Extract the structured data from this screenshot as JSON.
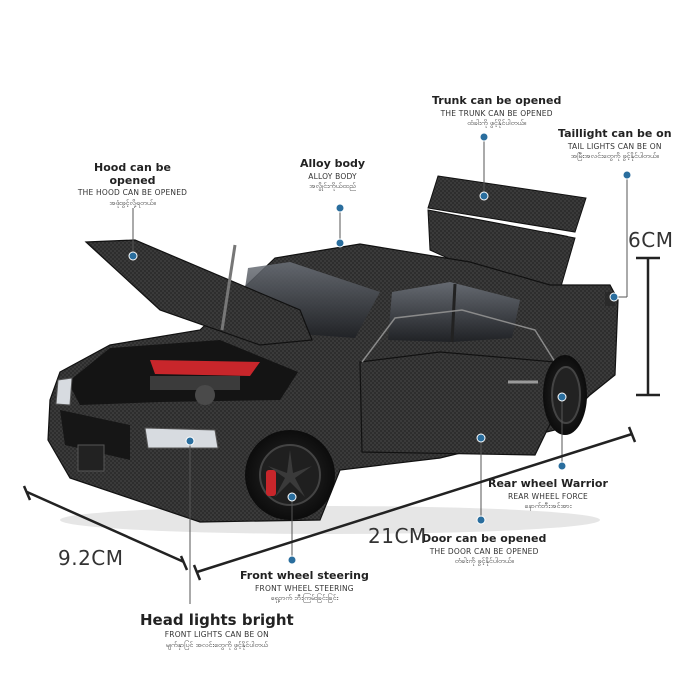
{
  "callouts": {
    "hood": {
      "title": "Hood can be opened",
      "sub": "THE HOOD CAN BE OPENED",
      "mm": "အဖုံးဖွင့်လို့ရတယ်။"
    },
    "alloy": {
      "title": "Alloy body",
      "sub": "ALLOY BODY",
      "mm": "အလွိုင်းကိုယ်ထည်"
    },
    "trunk": {
      "title": "Trunk can be opened",
      "sub": "THE TRUNK CAN BE OPENED",
      "mm": "ထံခါးကို ဖွင့်နိုင်ပါတယ်။"
    },
    "taillight": {
      "title": "Taillight can be on",
      "sub": "TAIL LIGHTS CAN BE ON",
      "mm": "အမြီးအလင်းတွေကို ဖွင့်နိုင်ပါတယ်။"
    },
    "rear_wheel": {
      "title": "Rear wheel Warrior",
      "sub": "REAR WHEEL FORCE",
      "mm": "နောက်ဘီးအင်အား"
    },
    "door": {
      "title": "Door can be opened",
      "sub": "THE DOOR CAN BE OPENED",
      "mm": "တံခါးကို ဖွင့်နိုင်ပါတယ်။"
    },
    "front_wheel": {
      "title": "Front wheel steering",
      "sub": "FRONT WHEEL STEERING",
      "mm": "ရှေ့ဘက် ဘီးကြမ်းခြင်းခြင်း"
    },
    "headlights": {
      "title": "Head lights bright",
      "sub": "FRONT LIGHTS CAN BE ON",
      "mm": "မျက်နှာပြင် အလင်းတွေကို ဖွင့်နိုင်ပါတယ်"
    }
  },
  "dimensions": {
    "height": "6CM",
    "length": "21CM",
    "width": "9.2CM"
  },
  "colors": {
    "dot": "#2a6e9e",
    "line": "#555555",
    "car_body": "#2b2b2b",
    "engine_accent": "#c8262b",
    "caliper": "#c8262b"
  }
}
